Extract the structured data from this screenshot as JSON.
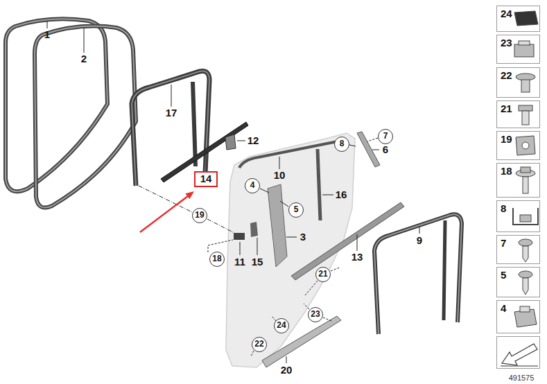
{
  "diagram": {
    "nodes": [
      {
        "text": [
          "7"
        ]
      },
      {
        "text": [
          "8"
        ]
      },
      {
        "text": [
          "14"
        ]
      },
      {
        "text": [
          "4"
        ]
      },
      {
        "text": [
          "5"
        ]
      },
      {
        "text": [
          "19"
        ]
      },
      {
        "text": [
          "18"
        ]
      },
      {
        "text": [
          "21"
        ]
      },
      {
        "text": [
          "23"
        ]
      },
      {
        "text": [
          "24"
        ]
      },
      {
        "text": [
          "22"
        ]
      },
      {
        "text": [
          "24"
        ]
      },
      {
        "text": [
          "23"
        ]
      },
      {
        "text": [
          "22"
        ]
      },
      {
        "text": [
          "21"
        ]
      },
      {
        "text": [
          "19"
        ]
      },
      {
        "text": [
          "18"
        ]
      },
      {
        "text": [
          "8"
        ]
      },
      {
        "text": [
          "7"
        ]
      },
      {
        "text": [
          "5"
        ]
      },
      {
        "text": [
          "4"
        ]
      }
    ],
    "labels": [
      "1",
      "2",
      "17",
      "12",
      "10",
      "6",
      "16",
      "3",
      "13",
      "11",
      "15",
      "9",
      "20",
      "491575"
    ]
  }
}
